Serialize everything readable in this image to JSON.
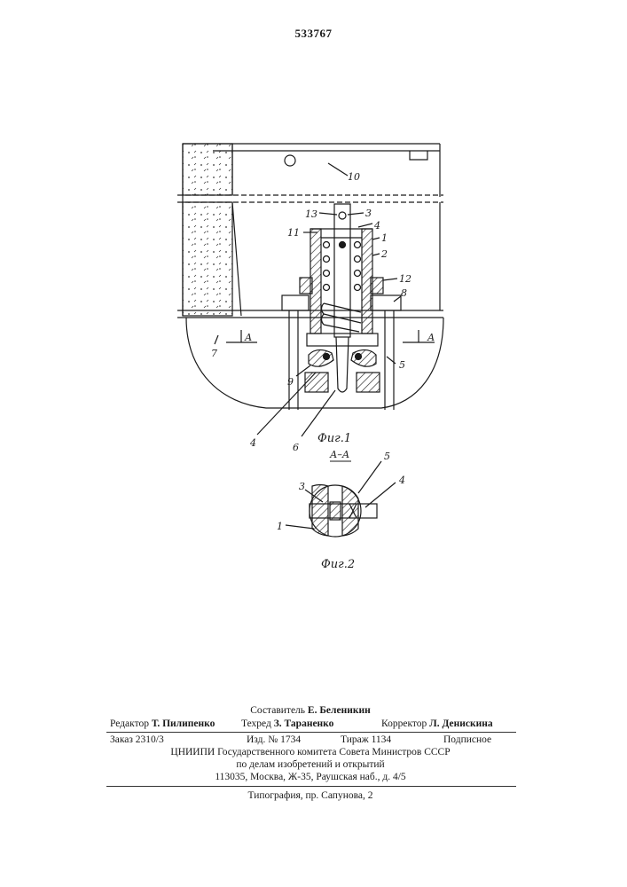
{
  "patent_number": "533767",
  "figure_1": {
    "caption": "Фиг.1",
    "section_marks": [
      "А",
      "А"
    ],
    "part_labels": [
      "13",
      "3",
      "4",
      "11",
      "1",
      "2",
      "12",
      "8",
      "10",
      "7",
      "5",
      "9",
      "4",
      "6"
    ]
  },
  "figure_2": {
    "caption": "Фиг.2",
    "section_title": "А–А",
    "part_labels": [
      "5",
      "3",
      "4",
      "1"
    ]
  },
  "colophon": {
    "compiler_role": "Составитель",
    "compiler_name": "Е. Беленикин",
    "editor_role": "Редактор",
    "editor_name": "Т. Пилипенко",
    "techred_role": "Техред",
    "techred_name": "З. Тараненко",
    "corrector_role": "Корректор",
    "corrector_name": "Л. Денискина",
    "order": "Заказ 2310/3",
    "edition": "Изд. № 1734",
    "print_run": "Тираж 1134",
    "subscription": "Подписное",
    "institute": "ЦНИИПИ Государственного комитета Совета Министров СССР",
    "affairs": "по делам изобретений и открытий",
    "address": "113035, Москва, Ж-35, Раушская наб., д. 4/5",
    "printer": "Типография, пр. Сапунова, 2"
  }
}
